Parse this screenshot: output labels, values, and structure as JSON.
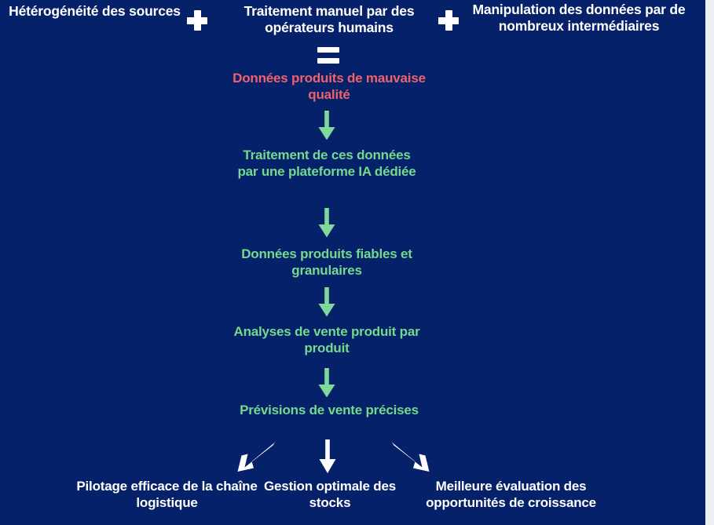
{
  "diagram": {
    "title_causes": [
      {
        "id": "cause-1",
        "text": "Hétérogénéité des sources"
      },
      {
        "id": "cause-2",
        "text": "Traitement manuel par des opérateurs humains"
      },
      {
        "id": "cause-3",
        "text": "Manipulation des données par de nombreux intermédiaires"
      }
    ],
    "operators": {
      "plus_1": "+",
      "plus_2": "+",
      "equals": "="
    },
    "chain": [
      {
        "id": "step-bad-data",
        "text": "Données produits de mauvaise qualité",
        "color": "#ef626c"
      },
      {
        "id": "step-platform",
        "text": "Traitement de ces données par une plateforme IA dédiée",
        "color": "#74d98f"
      },
      {
        "id": "step-reliable",
        "text": "Données produits fiables et granulaires",
        "color": "#74d98f"
      },
      {
        "id": "step-analysis",
        "text": "Analyses de vente produit par produit",
        "color": "#74d98f"
      },
      {
        "id": "step-forecast",
        "text": "Prévisions de vente précises",
        "color": "#74d98f"
      }
    ],
    "outcomes": [
      {
        "id": "outcome-logistics",
        "text": "Pilotage efficace de la chaîne logistique"
      },
      {
        "id": "outcome-stocks",
        "text": "Gestion optimale des stocks"
      },
      {
        "id": "outcome-growth",
        "text": "Meilleure évaluation des opportunités de croissance"
      }
    ],
    "colors": {
      "background": "#052169",
      "right_strip": "#eceef3",
      "white_text": "#ffffff",
      "red_text": "#ef626c",
      "green_text": "#74d98f",
      "green_arrow": "#7fd99a",
      "white_arrow": "#ffffff"
    },
    "arrow_icons": {
      "down_green": "arrow-down-icon",
      "down_white": "arrow-down-icon",
      "down_left_white": "arrow-down-left-icon",
      "down_right_white": "arrow-down-right-icon"
    }
  }
}
